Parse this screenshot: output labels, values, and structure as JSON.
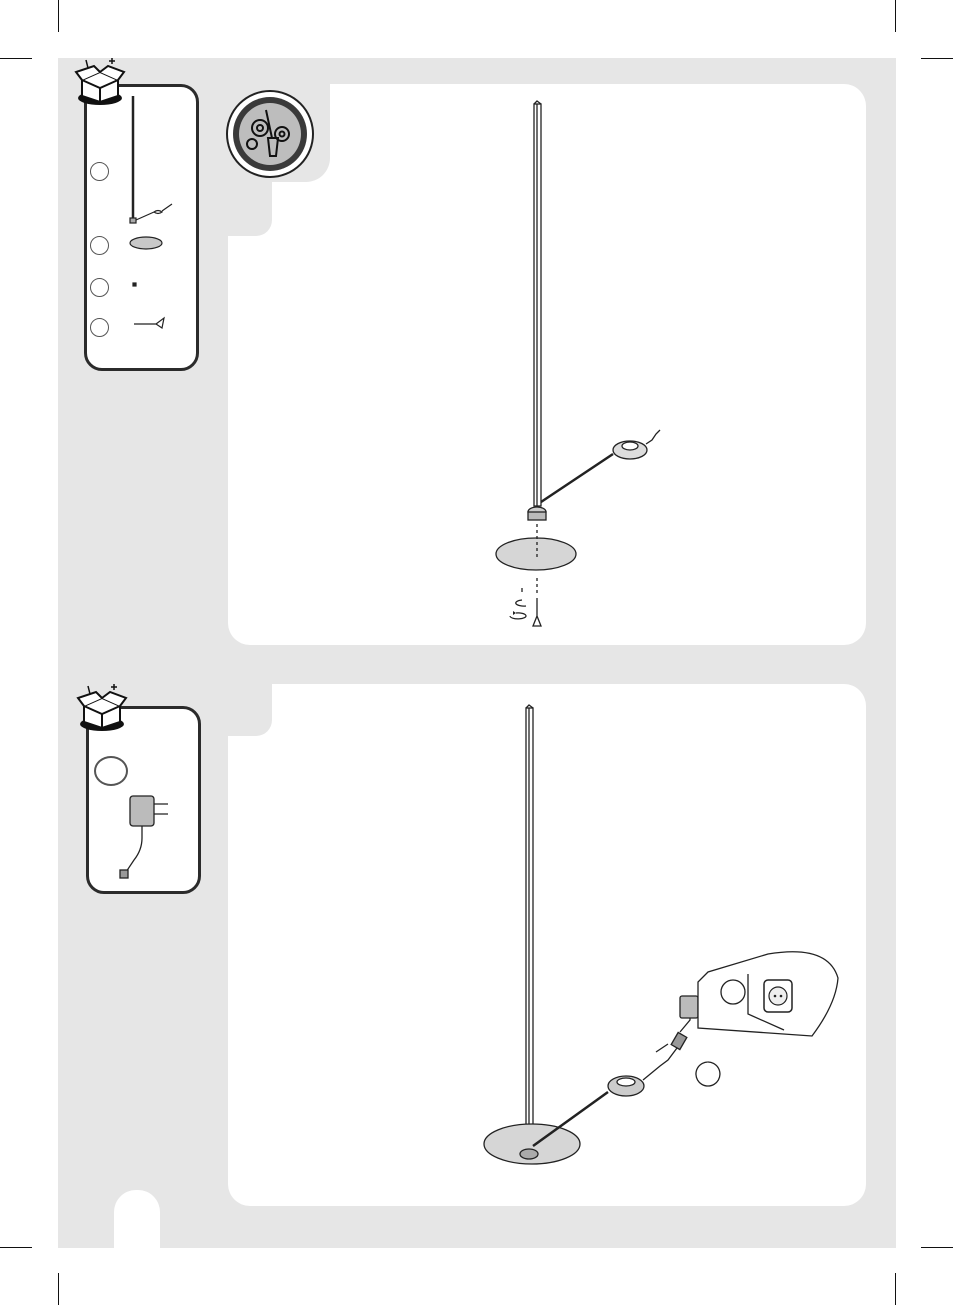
{
  "document": {
    "type": "assembly-instructions",
    "page_text": [],
    "step1": {
      "parts_count": 4,
      "parts": [
        "lamp-pole-with-cable",
        "round-base",
        "screw",
        "hex-key"
      ]
    },
    "step2": {
      "parts_count": 1,
      "parts": [
        "power-adapter"
      ],
      "substeps": 2
    }
  },
  "colors": {
    "page_background": "#e6e6e6",
    "panel": "#ffffff",
    "line": "#2b2b2b",
    "base_fill": "#d0d0d0"
  },
  "icons": [
    "open-box-icon",
    "tools-badge-icon",
    "rotate-arrow-icon",
    "wall-outlet-icon",
    "plug-adapter-icon"
  ]
}
